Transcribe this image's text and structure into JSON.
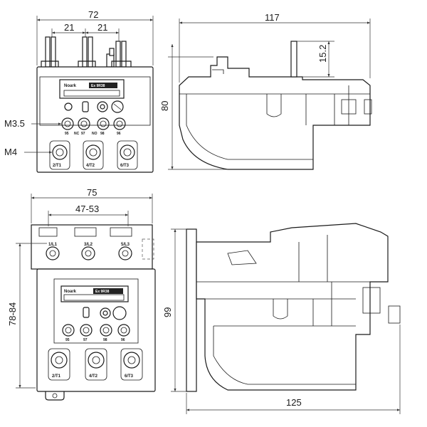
{
  "dimensions": {
    "top_front_width": "72",
    "top_pitch_left": "21",
    "top_pitch_right": "21",
    "top_side_length": "117",
    "top_side_height": "80",
    "top_side_offset": "15.2",
    "bottom_front_width": "75",
    "bottom_mount_range": "47-53",
    "bottom_front_height": "78-84",
    "bottom_side_height": "99",
    "bottom_side_length": "125"
  },
  "callouts": {
    "screw_small": "M3.5",
    "screw_large": "M4"
  },
  "plate": {
    "brand": "Noark",
    "model": "Ex 9R38"
  },
  "terminals": {
    "top": [
      "2/T1",
      "4/T2",
      "6/T3"
    ],
    "line": [
      "1/L1",
      "3/L2",
      "5/L3"
    ],
    "aux": [
      "95",
      "NC",
      "97",
      "NO",
      "98",
      "96"
    ],
    "aux_short": [
      "95",
      "97",
      "98",
      "96"
    ]
  }
}
